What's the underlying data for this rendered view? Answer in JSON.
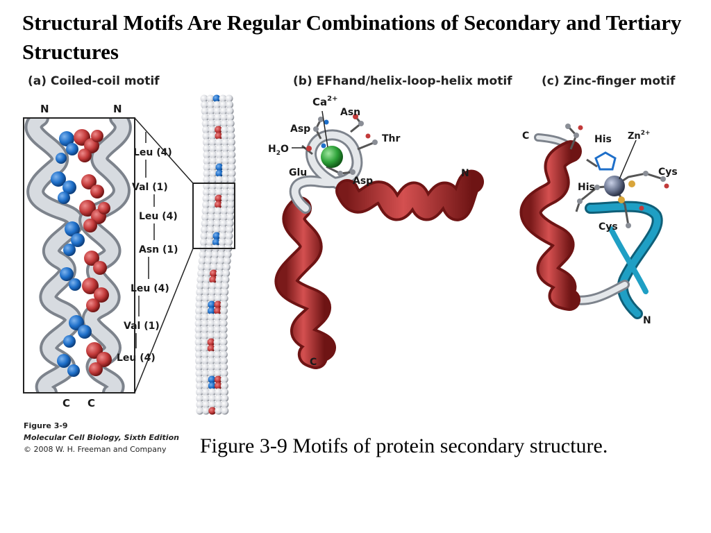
{
  "slide": {
    "title": "Structural Motifs Are Regular Combinations of Secondary and Tertiary Structures",
    "caption": "Figure 3-9  Motifs of protein secondary structure."
  },
  "credits": {
    "figure": "Figure 3-9",
    "book": "Molecular Cell Biology, Sixth Edition",
    "copyright": "© 2008 W. H. Freeman and Company"
  },
  "panels": {
    "a": {
      "label": "(a) Coiled-coil motif",
      "top_ends": [
        "N",
        "N"
      ],
      "bottom_ends": [
        "C",
        "C"
      ],
      "residues": [
        "Leu (4)",
        "Val (1)",
        "Leu (4)",
        "Asn (1)",
        "Leu (4)",
        "Val (1)",
        "Leu (4)"
      ]
    },
    "b": {
      "label": "(b) EFhand/helix-loop-helix motif",
      "ion": "Ca",
      "ion_charge": "2+",
      "water": "H",
      "water_sub": "2",
      "water_o": "O",
      "residues": {
        "asn": "Asn",
        "asp_top": "Asp",
        "thr": "Thr",
        "glu": "Glu",
        "asp_bottom": "Asp"
      },
      "end_n": "N",
      "end_c": "C"
    },
    "c": {
      "label": "(c) Zinc-finger motif",
      "ion": "Zn",
      "ion_charge": "2+",
      "residues": {
        "his_top": "His",
        "his_mid": "His",
        "cys_right": "Cys",
        "cys_low": "Cys"
      },
      "end_c": "C",
      "end_n": "N"
    }
  },
  "colors": {
    "helix_red": "#b83232",
    "ribbon_gray": "#c8ccd2",
    "atom_blue": "#1e6fc9",
    "atom_red": "#c23a3a",
    "calcium_green": "#2fa33a",
    "strand_cyan": "#1f9fc4",
    "zinc": "#6a7590"
  }
}
